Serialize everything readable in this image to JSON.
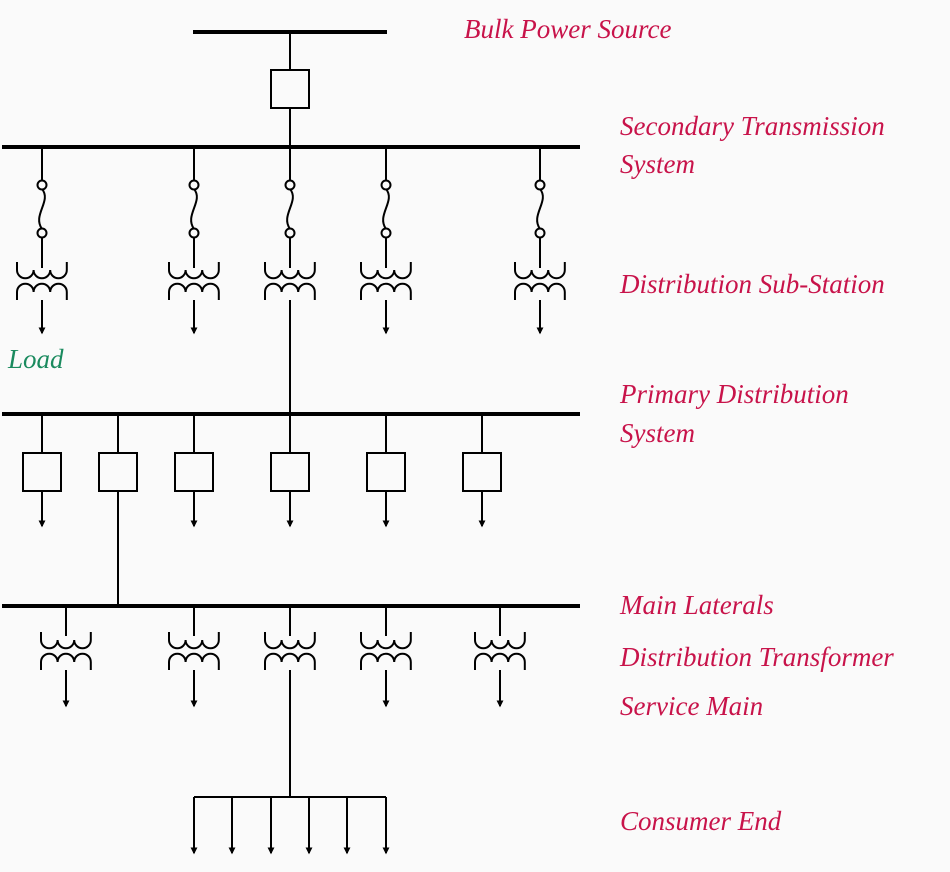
{
  "colors": {
    "line": "#000000",
    "label": "#c8134a",
    "load_label": "#1a8a5e",
    "background": "#fafafa"
  },
  "labels": {
    "bulk_power_source": "Bulk Power Source",
    "secondary_transmission_line1": "Secondary Transmission",
    "secondary_transmission_line2": "System",
    "distribution_substation": "Distribution Sub-Station",
    "load": "Load",
    "primary_distribution_line1": "Primary Distribution",
    "primary_distribution_line2": "System",
    "main_laterals": "Main Laterals",
    "distribution_transformer": "Distribution Transformer",
    "service_main": "Service Main",
    "consumer_end": "Consumer End"
  }
}
